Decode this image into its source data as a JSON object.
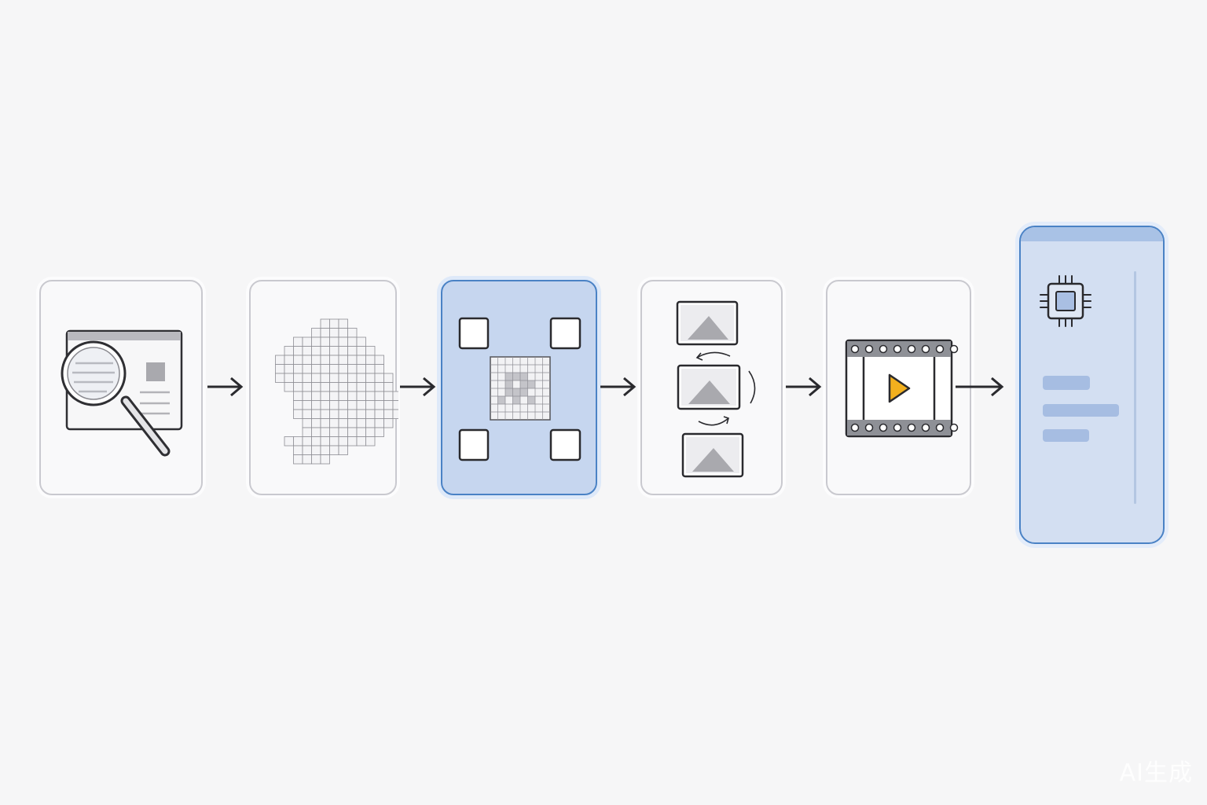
{
  "diagram": {
    "steps": [
      {
        "id": "search-web-content",
        "icon": "magnifier-over-web-page-icon"
      },
      {
        "id": "pixel-grid",
        "icon": "pixel-grid-blob-icon"
      },
      {
        "id": "selection-extract",
        "icon": "selection-handles-grid-icon",
        "highlighted": true
      },
      {
        "id": "image-sequence",
        "icon": "rotating-image-frames-icon"
      },
      {
        "id": "video-render",
        "icon": "film-strip-play-icon"
      },
      {
        "id": "processor-output",
        "icon": "cpu-chip-icon",
        "highlighted": true
      }
    ],
    "connectors": [
      "arrow-right-icon",
      "arrow-right-icon",
      "arrow-right-icon",
      "arrow-right-icon",
      "arrow-right-icon"
    ]
  },
  "colors": {
    "background": "#f6f6f7",
    "card_border": "#c9c9cf",
    "highlight_fill": "#c6d6ef",
    "highlight_border": "#4a82c5",
    "play_accent": "#f2b01e"
  },
  "watermark": {
    "text": "AI生成"
  }
}
